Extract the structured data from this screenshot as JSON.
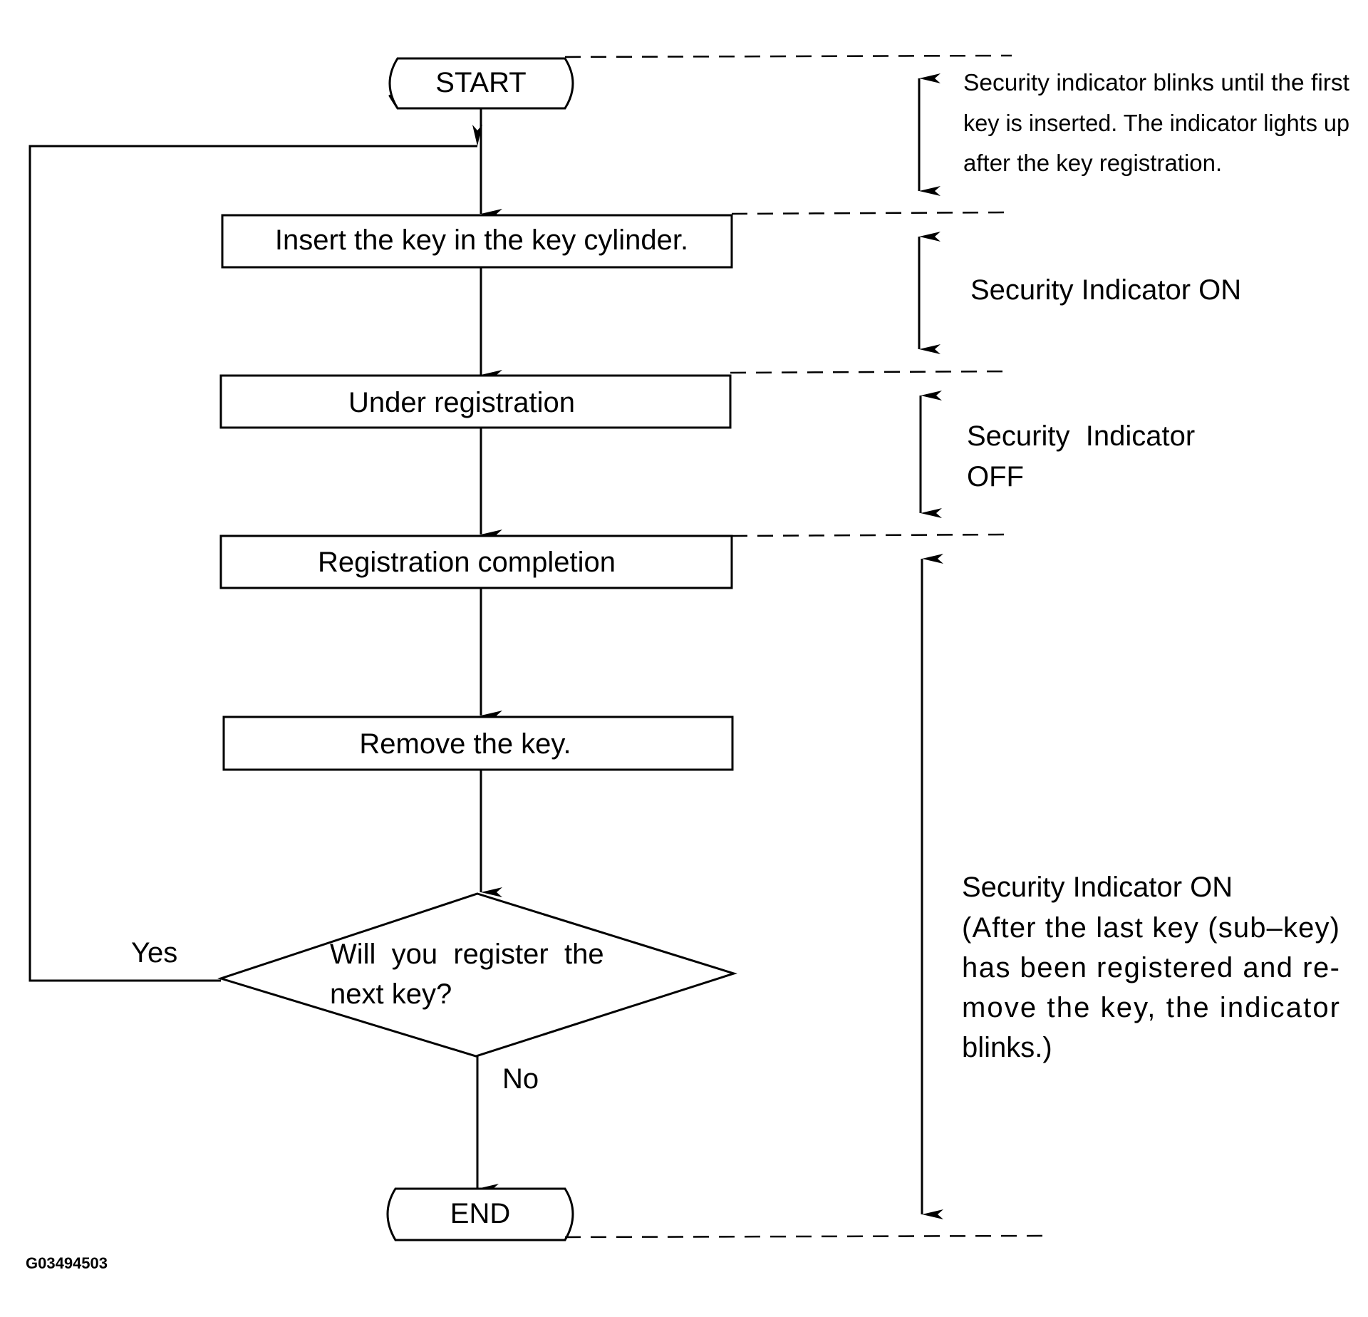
{
  "flowchart": {
    "start": "START",
    "end": "END",
    "steps": [
      "Insert the key in the key cylinder.",
      "Under registration",
      "Registration completion",
      "Remove the key."
    ],
    "decision": {
      "line1": "Will  you  register  the",
      "line2": "next key?",
      "yes_label": "Yes",
      "no_label": "No"
    }
  },
  "notes": {
    "note1": {
      "line1": "Security indicator blinks until the first",
      "line2": "key is inserted. The indicator lights up",
      "line3": "after the key registration."
    },
    "note2": {
      "line1": "Security Indicator ON"
    },
    "note3": {
      "line1": "Security  Indicator",
      "line2": "OFF"
    },
    "note4": {
      "line1": "Security Indicator ON",
      "line2": "(After the last key (sub–key)",
      "line3": "has been registered and re-",
      "line4": "move the key, the indicator",
      "line5": "blinks.)"
    }
  },
  "figure_id": "G03494503"
}
